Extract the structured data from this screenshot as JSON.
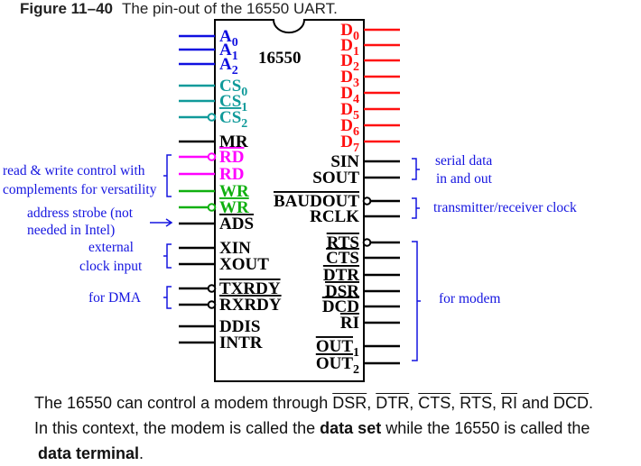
{
  "figure": {
    "number": "Figure 11–40",
    "caption": "The pin-out of the 16550 UART."
  },
  "chip": {
    "name": "16550"
  },
  "colors": {
    "address": "#1010e0",
    "chip_select": "#109a9a",
    "read": "#ff00ff",
    "write": "#10b010",
    "data": "#ff1010",
    "other": "#000000",
    "annotation": "#1515e0"
  },
  "left_pins": [
    {
      "name": "A",
      "sub": "0",
      "group": "address",
      "bar": false,
      "bubble": false
    },
    {
      "name": "A",
      "sub": "1",
      "group": "address",
      "bar": false,
      "bubble": false
    },
    {
      "name": "A",
      "sub": "2",
      "group": "address",
      "bar": false,
      "bubble": false
    },
    {
      "name": "CS",
      "sub": "0",
      "group": "chip_select",
      "bar": false,
      "bubble": false
    },
    {
      "name": "CS",
      "sub": "1",
      "group": "chip_select",
      "bar": false,
      "bubble": false
    },
    {
      "name": "CS",
      "sub": "2",
      "group": "chip_select",
      "bar": true,
      "bubble": true
    },
    {
      "name": "MR",
      "sub": "",
      "group": "other",
      "bar": false,
      "bubble": false
    },
    {
      "name": "RD",
      "sub": "",
      "group": "read",
      "bar": true,
      "bubble": true
    },
    {
      "name": "RD",
      "sub": "",
      "group": "read",
      "bar": false,
      "bubble": false
    },
    {
      "name": "WR",
      "sub": "",
      "group": "write",
      "bar": false,
      "bubble": false
    },
    {
      "name": "WR",
      "sub": "",
      "group": "write",
      "bar": true,
      "bubble": true
    },
    {
      "name": "ADS",
      "sub": "",
      "group": "other",
      "bar": true,
      "bubble": false
    },
    {
      "name": "XIN",
      "sub": "",
      "group": "other",
      "bar": false,
      "bubble": false
    },
    {
      "name": "XOUT",
      "sub": "",
      "group": "other",
      "bar": false,
      "bubble": false
    },
    {
      "name": "TXRDY",
      "sub": "",
      "group": "other",
      "bar": true,
      "bubble": true
    },
    {
      "name": "RXRDY",
      "sub": "",
      "group": "other",
      "bar": true,
      "bubble": true
    },
    {
      "name": "DDIS",
      "sub": "",
      "group": "other",
      "bar": false,
      "bubble": false
    },
    {
      "name": "INTR",
      "sub": "",
      "group": "other",
      "bar": false,
      "bubble": false
    }
  ],
  "right_pins": [
    {
      "name": "D",
      "sub": "0",
      "group": "data",
      "bar": false,
      "bubble": false
    },
    {
      "name": "D",
      "sub": "1",
      "group": "data",
      "bar": false,
      "bubble": false
    },
    {
      "name": "D",
      "sub": "2",
      "group": "data",
      "bar": false,
      "bubble": false
    },
    {
      "name": "D",
      "sub": "3",
      "group": "data",
      "bar": false,
      "bubble": false
    },
    {
      "name": "D",
      "sub": "4",
      "group": "data",
      "bar": false,
      "bubble": false
    },
    {
      "name": "D",
      "sub": "5",
      "group": "data",
      "bar": false,
      "bubble": false
    },
    {
      "name": "D",
      "sub": "6",
      "group": "data",
      "bar": false,
      "bubble": false
    },
    {
      "name": "D",
      "sub": "7",
      "group": "data",
      "bar": false,
      "bubble": false
    },
    {
      "name": "SIN",
      "sub": "",
      "group": "other",
      "bar": false,
      "bubble": false
    },
    {
      "name": "SOUT",
      "sub": "",
      "group": "other",
      "bar": false,
      "bubble": false
    },
    {
      "name": "BAUDOUT",
      "sub": "",
      "group": "other",
      "bar": true,
      "bubble": true
    },
    {
      "name": "RCLK",
      "sub": "",
      "group": "other",
      "bar": false,
      "bubble": false
    },
    {
      "name": "RTS",
      "sub": "",
      "group": "other",
      "bar": true,
      "bubble": true
    },
    {
      "name": "CTS",
      "sub": "",
      "group": "other",
      "bar": true,
      "bubble": false
    },
    {
      "name": "DTR",
      "sub": "",
      "group": "other",
      "bar": true,
      "bubble": false
    },
    {
      "name": "DSR",
      "sub": "",
      "group": "other",
      "bar": true,
      "bubble": false
    },
    {
      "name": "DCD",
      "sub": "",
      "group": "other",
      "bar": true,
      "bubble": false
    },
    {
      "name": "RI",
      "sub": "",
      "group": "other",
      "bar": true,
      "bubble": false
    },
    {
      "name": "OUT",
      "sub": "1",
      "group": "other",
      "bar": true,
      "bubble": false
    },
    {
      "name": "OUT",
      "sub": "2",
      "group": "other",
      "bar": true,
      "bubble": false
    }
  ],
  "annotations": {
    "rw_line1": "read & write control with",
    "rw_line2": "complements for versatility",
    "ads_line1": "address strobe (not",
    "ads_line2": "needed in Intel)",
    "clk_line1": "external",
    "clk_line2": "clock input",
    "dma": "for DMA",
    "serial_line1": "serial data",
    "serial_line2": "in and out",
    "txrx_clock": "transmitter/receiver clock",
    "modem": "for modem"
  },
  "paragraph": {
    "l1_a": "The 16550 can control a modem through ",
    "dsr": "DSR",
    "c1": ", ",
    "dtr": "DTR",
    "c2": ", ",
    "cts": "CTS",
    "c3": ", ",
    "rts": "RTS",
    "c4": ", ",
    "ri": "RI",
    "and": " and ",
    "dcd": "DCD",
    "end1": ".",
    "l2_a": "In this context, the modem is called the ",
    "data_set": "data set",
    "l2_b": " while the 16550 is called the",
    "data_terminal": "data terminal",
    "end2": "."
  }
}
